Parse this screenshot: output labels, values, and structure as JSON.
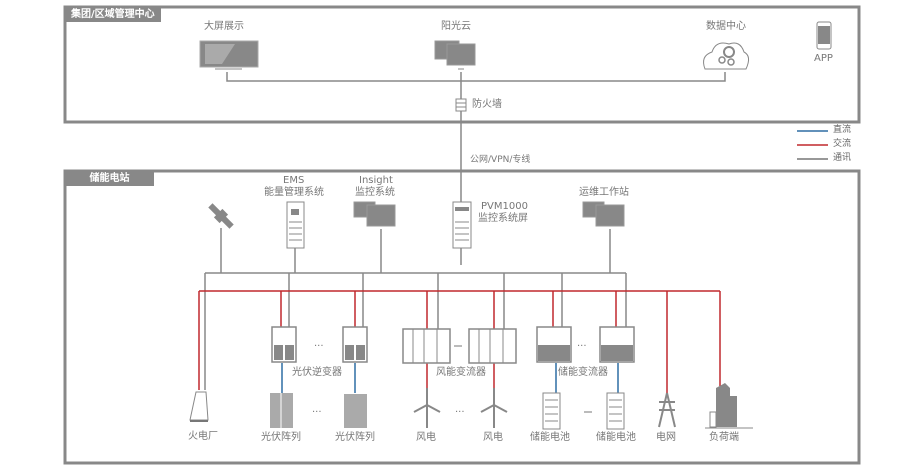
{
  "regions": {
    "top": {
      "title": "集团/区域管理中心"
    },
    "bottom": {
      "title": "储能电站"
    }
  },
  "top_nodes": {
    "big_screen": "大屏展示",
    "sun_cloud": "阳光云",
    "data_center": "数据中心",
    "app": "APP",
    "firewall": "防火墙"
  },
  "link_label": "公网/VPN/专线",
  "legend": [
    {
      "label": "直流",
      "color": "#2e6da4"
    },
    {
      "label": "交流",
      "color": "#c0282d"
    },
    {
      "label": "通讯",
      "color": "#777777"
    }
  ],
  "station_nodes": {
    "ems_line1": "EMS",
    "ems_line2": "能量管理系统",
    "insight_line1": "Insight",
    "insight_line2": "监控系统",
    "pvm_line1": "PVM1000",
    "pvm_line2": "监控系统屏",
    "ops": "运维工作站"
  },
  "converter_labels": {
    "pv_inverter": "光伏逆变器",
    "wind_converter": "风能变流器",
    "storage_converter": "储能变流器"
  },
  "bottom_labels": {
    "thermal": "火电厂",
    "pv1": "光伏阵列",
    "pv2": "光伏阵列",
    "wind1": "风电",
    "wind2": "风电",
    "bat1": "储能电池",
    "bat2": "储能电池",
    "grid": "电网",
    "load": "负荷端"
  },
  "ellipsis": "...",
  "dash": "—"
}
